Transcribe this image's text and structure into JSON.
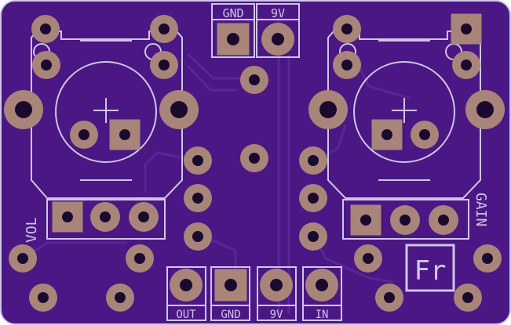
{
  "board": {
    "color": "#4a1784",
    "silk_color": "#cfc6e6",
    "pad_color": "#a88578"
  },
  "labels": {
    "top_gnd": "GND",
    "top_9v": "9V",
    "vol": "VOL",
    "gain": "GAIN",
    "logo": "Fr",
    "out": "OUT",
    "bot_gnd": "GND",
    "bot_9v": "9V",
    "in": "IN"
  }
}
